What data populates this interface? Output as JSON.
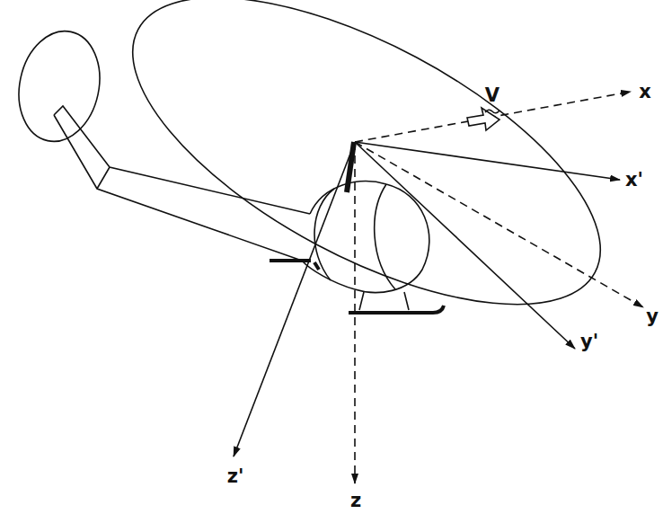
{
  "diagram": {
    "labels": [
      "V",
      "x",
      "x'",
      "y",
      "y'",
      "z",
      "z'"
    ]
  }
}
